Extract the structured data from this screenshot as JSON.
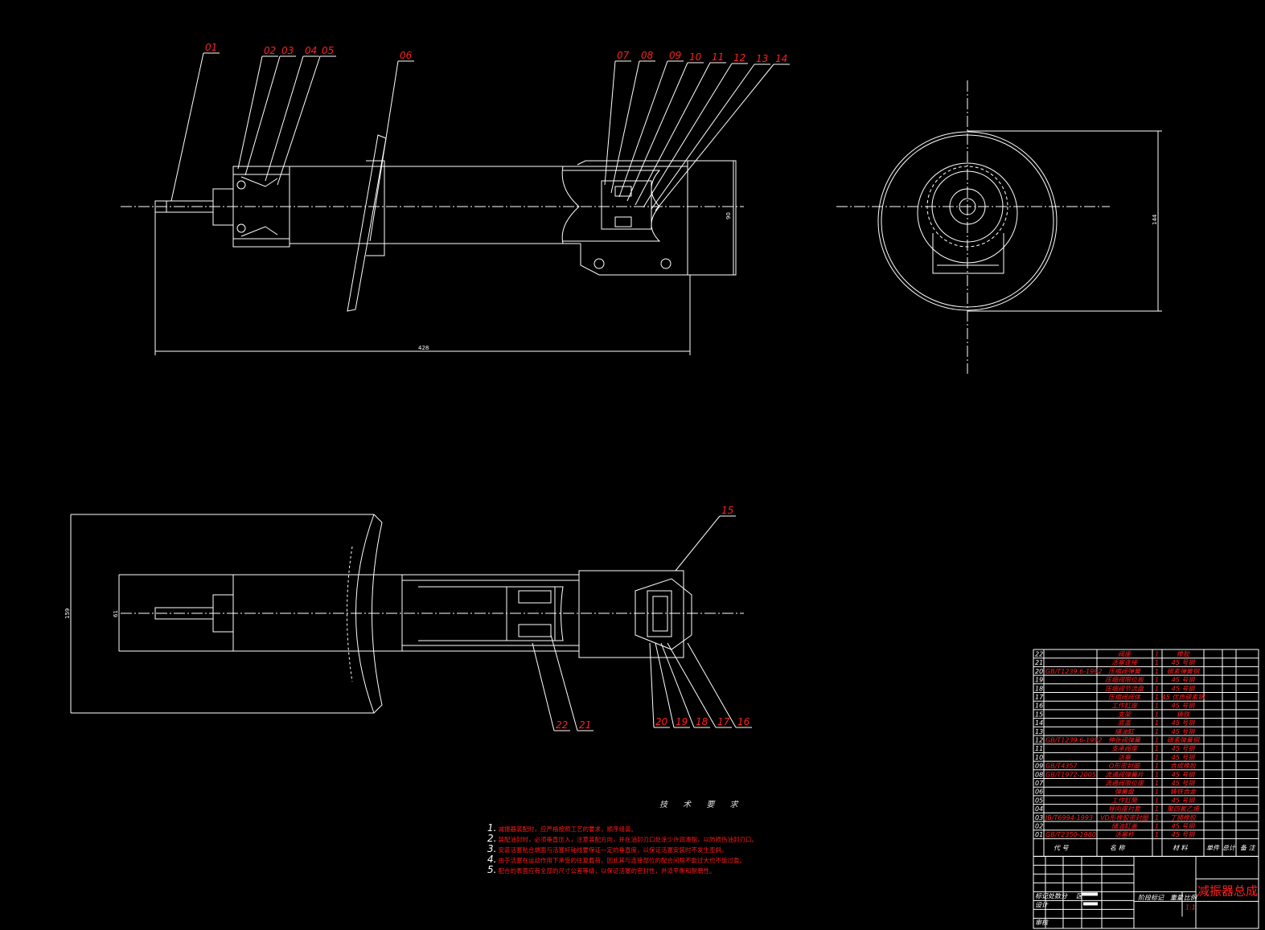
{
  "drawing_title": "减振器总成",
  "dimensions": {
    "length": "428",
    "height_top": "90",
    "diameter_side": "144",
    "height_bottom": "159",
    "rod_dia": "61"
  },
  "balloons_top": [
    "01",
    "02",
    "03",
    "04",
    "05",
    "06",
    "07",
    "08",
    "09",
    "10",
    "11",
    "12",
    "13",
    "14"
  ],
  "balloons_bottom": [
    "15",
    "22",
    "21",
    "20",
    "19",
    "18",
    "17",
    "16"
  ],
  "tech_requirements": {
    "title": "技 术 要 求",
    "items": [
      {
        "n": "1.",
        "text": "减振器装配时，应严格按照工艺的要求，顺序组装。"
      },
      {
        "n": "2.",
        "text": "装配油封时，必须垂直压入，注意装配方向，并在油封刃口处涂少许润滑脂，以防损伤油封刃口。"
      },
      {
        "n": "3.",
        "text": "安装活塞贴合端面与活塞杆轴线要保证一定的垂直度，以保证活塞安装时不发生歪斜。"
      },
      {
        "n": "4.",
        "text": "由于活塞在运动作用下承受的往复载荷，因此其与连接部位的配合间隙不能过大也不能过盈。"
      },
      {
        "n": "5.",
        "text": "配合的表面应有全部的尺寸公差等级，以保证活塞的密封性，并适平衡和耐磨性。"
      }
    ]
  },
  "bom": [
    {
      "no": "22",
      "code": "",
      "name": "阀座",
      "qty": "1",
      "mat": "橡胶"
    },
    {
      "no": "21",
      "code": "",
      "name": "活塞连接",
      "qty": "1",
      "mat": "45 号钢"
    },
    {
      "no": "20",
      "code": "GB/T1239.6-1992",
      "name": "压缩阀弹簧",
      "qty": "1",
      "mat": "碳素弹簧钢"
    },
    {
      "no": "19",
      "code": "",
      "name": "压缩阀限位板",
      "qty": "1",
      "mat": "45 号钢"
    },
    {
      "no": "18",
      "code": "",
      "name": "压缩阀节流盘",
      "qty": "1",
      "mat": "45 号钢"
    },
    {
      "no": "17",
      "code": "",
      "name": "压缩阀阀体",
      "qty": "1",
      "mat": "45 优质碳素钢"
    },
    {
      "no": "16",
      "code": "",
      "name": "工作缸座",
      "qty": "1",
      "mat": "45 号钢"
    },
    {
      "no": "15",
      "code": "",
      "name": "支架",
      "qty": "1",
      "mat": "铸铁"
    },
    {
      "no": "14",
      "code": "",
      "name": "底盖",
      "qty": "1",
      "mat": "45 号钢"
    },
    {
      "no": "13",
      "code": "",
      "name": "储油缸",
      "qty": "1",
      "mat": "45 号钢"
    },
    {
      "no": "12",
      "code": "GB/T1239.6-1992",
      "name": "伸张阀弹簧",
      "qty": "1",
      "mat": "碳素弹簧钢"
    },
    {
      "no": "11",
      "code": "",
      "name": "支承阀座",
      "qty": "1",
      "mat": "45 号钢"
    },
    {
      "no": "10",
      "code": "",
      "name": "活塞",
      "qty": "1",
      "mat": "45 号钢"
    },
    {
      "no": "09",
      "code": "GB/T4357",
      "name": "O形密封圈",
      "qty": "1",
      "mat": "合成橡胶"
    },
    {
      "no": "08",
      "code": "GB/T1972-2005",
      "name": "流通阀弹簧片",
      "qty": "1",
      "mat": "45 号钢"
    },
    {
      "no": "07",
      "code": "",
      "name": "流通阀限位座",
      "qty": "1",
      "mat": "45 号钢"
    },
    {
      "no": "06",
      "code": "",
      "name": "弹簧盘",
      "qty": "1",
      "mat": "铸铁合金"
    },
    {
      "no": "05",
      "code": "",
      "name": "工作缸筒",
      "qty": "1",
      "mat": "45 号钢"
    },
    {
      "no": "04",
      "code": "",
      "name": "导向座衬套",
      "qty": "1",
      "mat": "聚四氟乙烯"
    },
    {
      "no": "03",
      "code": "JB/T6994-1993",
      "name": "VD形橡胶密封圈",
      "qty": "1",
      "mat": "丁腈橡胶"
    },
    {
      "no": "02",
      "code": "",
      "name": "储油缸盖",
      "qty": "1",
      "mat": "45 号钢"
    },
    {
      "no": "01",
      "code": "GB/T2350-1980",
      "name": "活塞杆",
      "qty": "1",
      "mat": "45 号钢"
    }
  ],
  "bom_header": {
    "code": "代 号",
    "name": "名 称",
    "mat": "材 料",
    "single": "单件",
    "total": "总计",
    "note": "备 注"
  },
  "title_block": {
    "mark": "标记处数分",
    "zone": "区",
    "design": "设计",
    "review": "审核",
    "stage": "阶段标记",
    "weight": "重量",
    "scale_label": "比例",
    "scale": "1:1"
  }
}
